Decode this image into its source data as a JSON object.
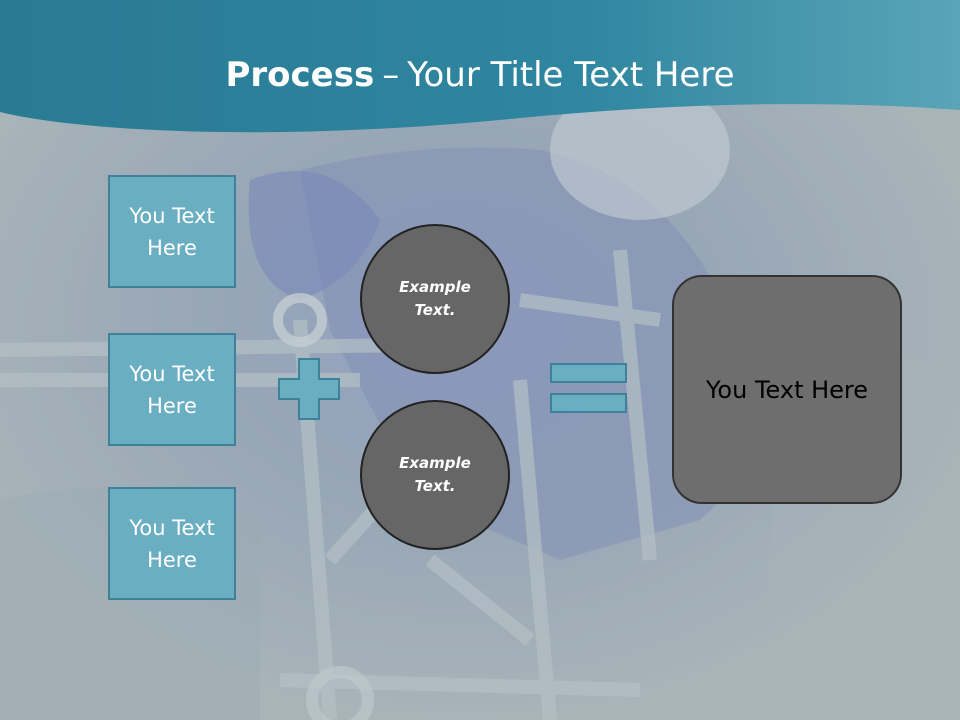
{
  "slide": {
    "title_strong": "Process",
    "title_separator": "–",
    "title_rest": "Your Title Text Here"
  },
  "left_boxes": [
    {
      "label": "You Text Here"
    },
    {
      "label": "You Text Here"
    },
    {
      "label": "You Text Here"
    }
  ],
  "circles": [
    {
      "label": "Example Text."
    },
    {
      "label": "Example Text."
    }
  ],
  "result_box": {
    "label": "You Text Here"
  },
  "colors": {
    "header": "#2f8299",
    "box_fill": "#6aaec2",
    "box_border": "#3f8198",
    "circle_fill": "#666666",
    "result_fill": "#6e6e6e"
  },
  "background_image": {
    "subject": "welder-in-blue-light"
  }
}
